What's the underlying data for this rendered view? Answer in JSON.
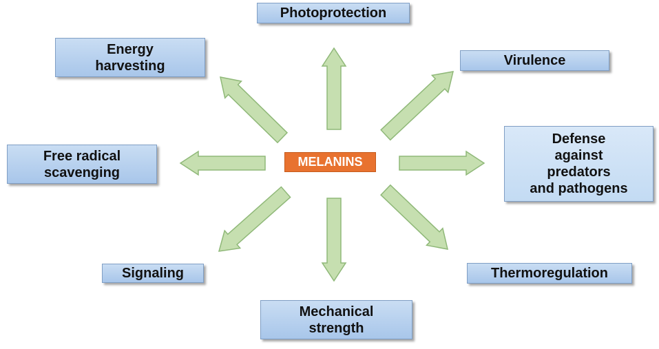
{
  "center_label": "MELANINS",
  "functions": {
    "photoprotection": "Photoprotection",
    "energy": "Energy\nharvesting",
    "virulence": "Virulence",
    "free_radical": "Free radical\nscavenging",
    "defense": "Defense\nagainst\npredators\nand pathogens",
    "signaling": "Signaling",
    "thermoregulation": "Thermoregulation",
    "mechanical": "Mechanical\nstrength"
  },
  "colors": {
    "center_fill": "#e8722f",
    "box_fill": "#b3cdee",
    "arrow_fill": "#c6dfb0",
    "arrow_stroke": "#8fb878"
  }
}
